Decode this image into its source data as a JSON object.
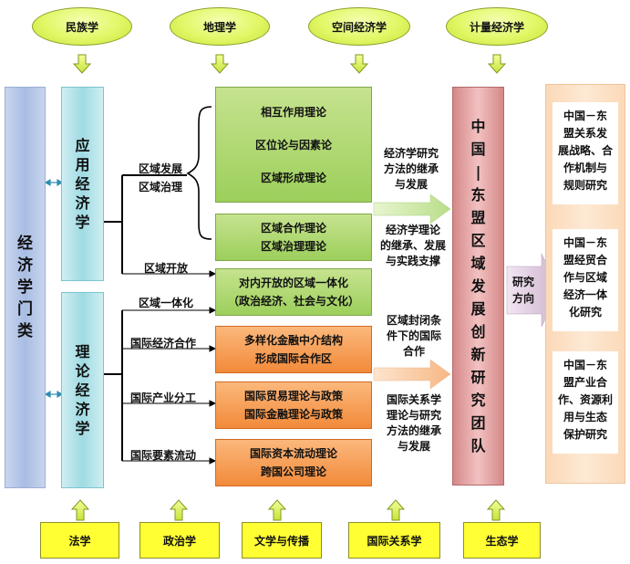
{
  "top_disciplines": [
    "民族学",
    "地理学",
    "空间经济学",
    "计量经济学"
  ],
  "left_pillar": [
    "经",
    "济",
    "学",
    "门",
    "类"
  ],
  "applied_pillar": [
    "应",
    "用",
    "经",
    "济",
    "学"
  ],
  "theory_pillar": [
    "理",
    "论",
    "经",
    "济",
    "学"
  ],
  "branch_labels": {
    "regional_dev": "区域发展",
    "regional_gov": "区域治理",
    "regional_open": "区域开放",
    "regional_integration": "区域一体化",
    "intl_cooperation": "国际经济合作",
    "intl_division": "国际产业分工",
    "factor_flow": "国际要素流动"
  },
  "green_box_1": [
    "相互作用理论",
    "区位论与因素论",
    "区域形成理论"
  ],
  "green_box_2": [
    "区域合作理论",
    "区域治理理论"
  ],
  "green_box_3": [
    "对内开放的区域一体化",
    "（政治经济、社会与文化）"
  ],
  "orange_boxes": [
    [
      "多样化金融中介结构",
      "形成国际合作区"
    ],
    [
      "国际贸易理论与政策",
      "国际金融理论与政策"
    ],
    [
      "国际资本流动理论",
      "跨国公司理论"
    ]
  ],
  "mid_text_1": [
    "经济学研究",
    "方法的继承",
    "与发展"
  ],
  "mid_text_2": [
    "经济学理论",
    "的继承、发展",
    "与实践支撑"
  ],
  "mid_text_3": [
    "区域封闭条",
    "件下的国际",
    "合作"
  ],
  "mid_text_4": [
    "国际关系学",
    "理论与研究",
    "方法的继承",
    "与发展"
  ],
  "team_chars": [
    "中",
    "国",
    "|",
    "东",
    "盟",
    "区",
    "域",
    "发",
    "展",
    "创",
    "新",
    "研",
    "究",
    "团",
    "队"
  ],
  "direction_label": [
    "研究",
    "方向"
  ],
  "research_directions": [
    [
      "中国－东",
      "盟关系发",
      "展战略、合",
      "作机制与",
      "规则研究"
    ],
    [
      "中国－东",
      "盟经贸合",
      "作与区域",
      "经济一体",
      "化研究"
    ],
    [
      "中国－东",
      "盟产业合",
      "作、资源利",
      "用与生态",
      "保护研究"
    ]
  ],
  "bottom_disciplines": [
    "法学",
    "政治学",
    "文学与传播",
    "国际关系学",
    "生态学"
  ]
}
